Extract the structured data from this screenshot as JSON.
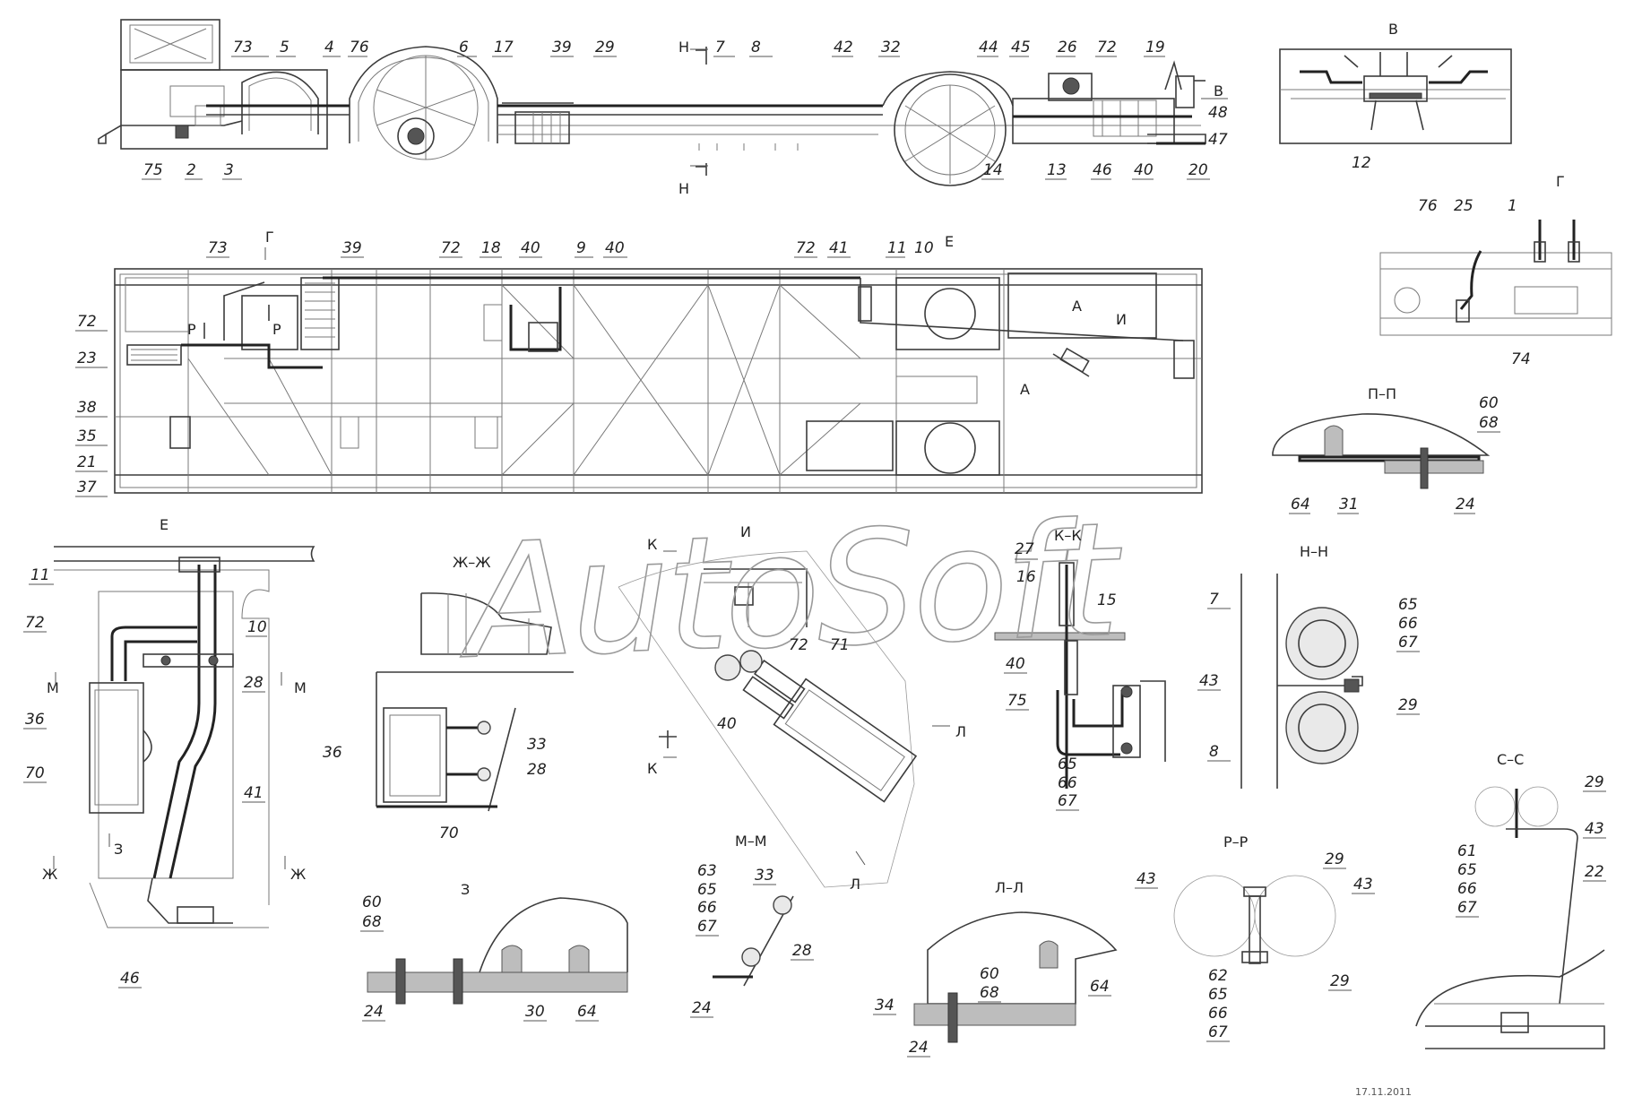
{
  "watermark": "AutoSoft",
  "date_stamp": "17.11.2011",
  "section_titles": {
    "v": "В",
    "g": "Г",
    "e_top": "Е",
    "e_detail": "Е",
    "pp": "П–П",
    "zhzh": "Ж–Ж",
    "i": "И",
    "kk": "К–К",
    "nn": "Н–Н",
    "z": "З",
    "mm": "М–М",
    "ll": "Л–Л",
    "rr": "Р–Р",
    "ss": "С–С"
  },
  "cut_marks": {
    "n_top": "Н",
    "n_bottom": "Н",
    "v_arrow": "В",
    "g_arrow": "Г",
    "a1": "А",
    "a2": "А",
    "i_plan": "И",
    "r1": "Р",
    "r2": "Р",
    "m_left": "М",
    "m_right": "М",
    "zh_left": "Ж",
    "zh_right": "Ж",
    "z_arrow": "З",
    "k_top": "К",
    "k_bottom": "К",
    "l_top": "Л",
    "l_bottom": "Л"
  },
  "callouts": {
    "side_top": [
      "73",
      "5",
      "4",
      "76",
      "6",
      "17",
      "39",
      "29",
      "7",
      "8",
      "42",
      "32",
      "44",
      "45",
      "26",
      "72",
      "19",
      "48",
      "47"
    ],
    "side_bottom": [
      "75",
      "2",
      "3",
      "14",
      "13",
      "46",
      "40",
      "20"
    ],
    "view_v": [
      "12"
    ],
    "view_g": [
      "76",
      "25",
      "1",
      "74"
    ],
    "plan_top": [
      "73",
      "39",
      "72",
      "18",
      "40",
      "9",
      "40",
      "72",
      "41",
      "11",
      "10"
    ],
    "plan_left": [
      "72",
      "23",
      "38",
      "35",
      "21",
      "37"
    ],
    "pp": [
      "60",
      "68",
      "64",
      "31",
      "24"
    ],
    "e_detail": [
      "11",
      "72",
      "10",
      "28",
      "36",
      "70",
      "41",
      "46"
    ],
    "zhzh": [
      "36",
      "33",
      "28",
      "70"
    ],
    "i_detail": [
      "72",
      "71",
      "40"
    ],
    "kk": [
      "27",
      "16",
      "15",
      "40",
      "75",
      "65",
      "66",
      "67"
    ],
    "nn": [
      "7",
      "65",
      "66",
      "67",
      "43",
      "29",
      "8"
    ],
    "ss": [
      "29",
      "43",
      "22",
      "61",
      "65",
      "66",
      "67"
    ],
    "z": [
      "60",
      "68",
      "24",
      "30",
      "64"
    ],
    "mm": [
      "63",
      "65",
      "66",
      "67",
      "33",
      "28",
      "24"
    ],
    "ll": [
      "60",
      "68",
      "64",
      "34",
      "24"
    ],
    "rr": [
      "43",
      "29",
      "43",
      "29",
      "62",
      "65",
      "66",
      "67"
    ]
  }
}
